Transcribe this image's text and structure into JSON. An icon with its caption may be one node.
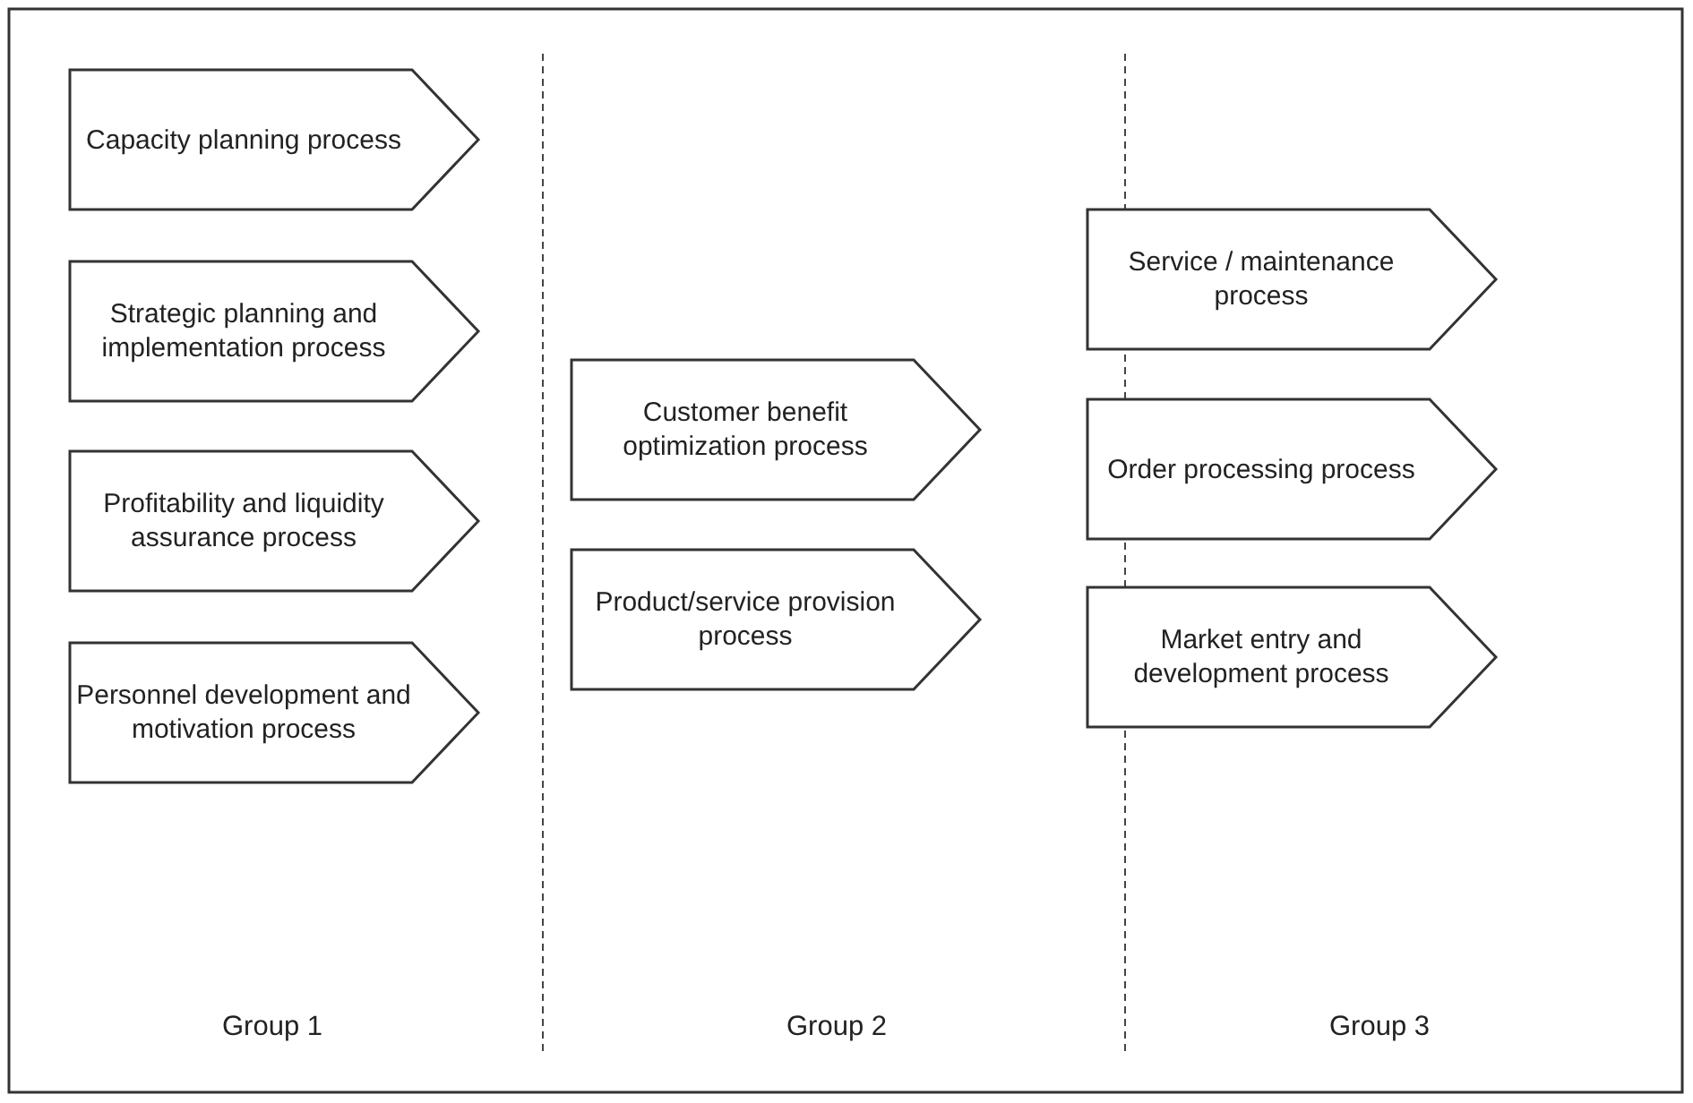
{
  "diagram": {
    "nodes": [
      {
        "text": [
          "Capacity planning process"
        ]
      },
      {
        "text": [
          "Strategic planning and implementation process"
        ]
      },
      {
        "text": [
          "Profitability and liquidity assurance process"
        ]
      },
      {
        "text": [
          "Personnel development and motivation process"
        ]
      },
      {
        "text": [
          "Customer benefit optimization process"
        ]
      },
      {
        "text": [
          "Product/service provision process"
        ]
      },
      {
        "text": [
          "Service / maintenance process"
        ]
      },
      {
        "text": [
          "Order processing process"
        ]
      },
      {
        "text": [
          "Market entry and development process"
        ]
      }
    ],
    "labels": [
      "Group 1",
      "Group 2",
      "Group 3"
    ]
  }
}
